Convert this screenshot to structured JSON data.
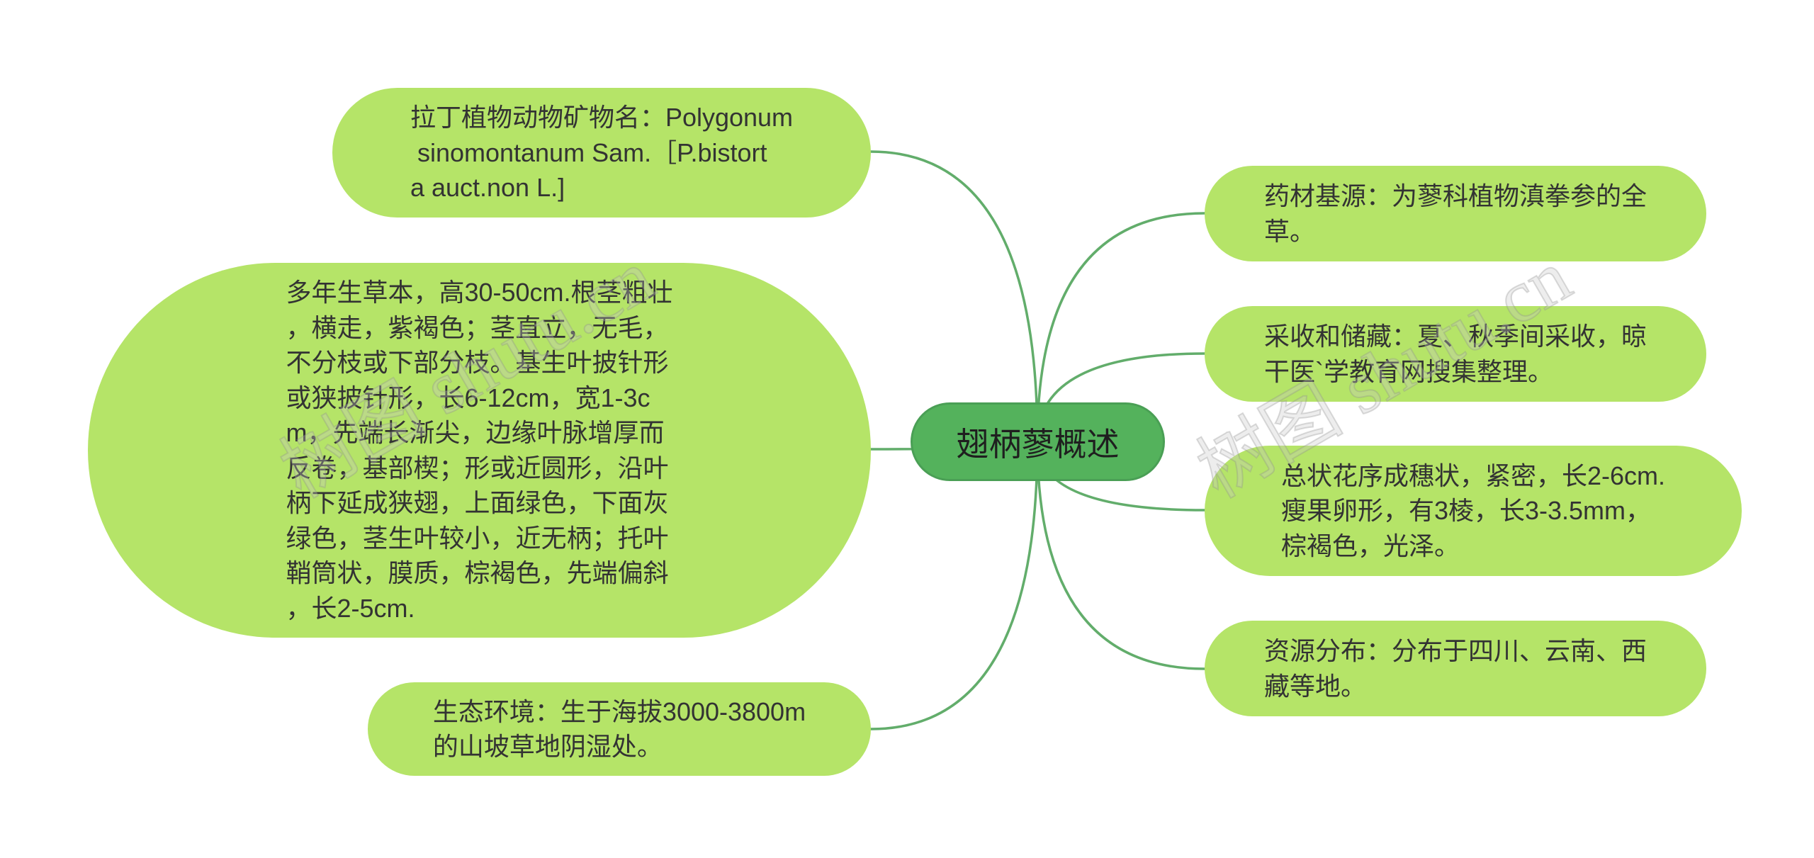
{
  "center": {
    "label": "翅柄蓼概述"
  },
  "left_nodes": [
    {
      "lines": [
        "拉丁植物动物矿物名：Polygonum",
        " sinomontanum Sam.［P.bistort",
        "a auct.non L.]"
      ]
    },
    {
      "lines": [
        "多年生草本，高30-50cm.根茎粗壮",
        "，横走，紫褐色；茎直立，无毛，",
        "不分枝或下部分枝。基生叶披针形",
        "或狭披针形，长6-12cm，宽1-3c",
        "m，先端长渐尖，边缘叶脉增厚而",
        "反卷，基部楔；形或近圆形，沿叶",
        "柄下延成狭翅，上面绿色，下面灰",
        "绿色，茎生叶较小，近无柄；托叶",
        "鞘筒状，膜质，棕褐色，先端偏斜",
        "，长2-5cm."
      ]
    },
    {
      "lines": [
        "生态环境：生于海拔3000-3800m",
        "的山坡草地阴湿处。"
      ]
    }
  ],
  "right_nodes": [
    {
      "lines": [
        "药材基源：为蓼科植物滇拳参的全",
        "草。"
      ]
    },
    {
      "lines": [
        "采收和储藏：夏、秋季间采收，晾",
        "干医`学教育网搜集整理。"
      ]
    },
    {
      "lines": [
        "总状花序成穗状，紧密，长2-6cm.",
        "瘦果卵形，有3棱，长3-3.5mm，",
        "棕褐色，光泽。"
      ]
    },
    {
      "lines": [
        "资源分布：分布于四川、云南、西",
        "藏等地。"
      ]
    }
  ],
  "watermark": "树图 shutu.cn",
  "colors": {
    "background": "#ffffff",
    "node_fill": "#b5e468",
    "center_fill": "#54b25c",
    "center_border": "#4a9f55",
    "connector": "#62ad6b"
  }
}
